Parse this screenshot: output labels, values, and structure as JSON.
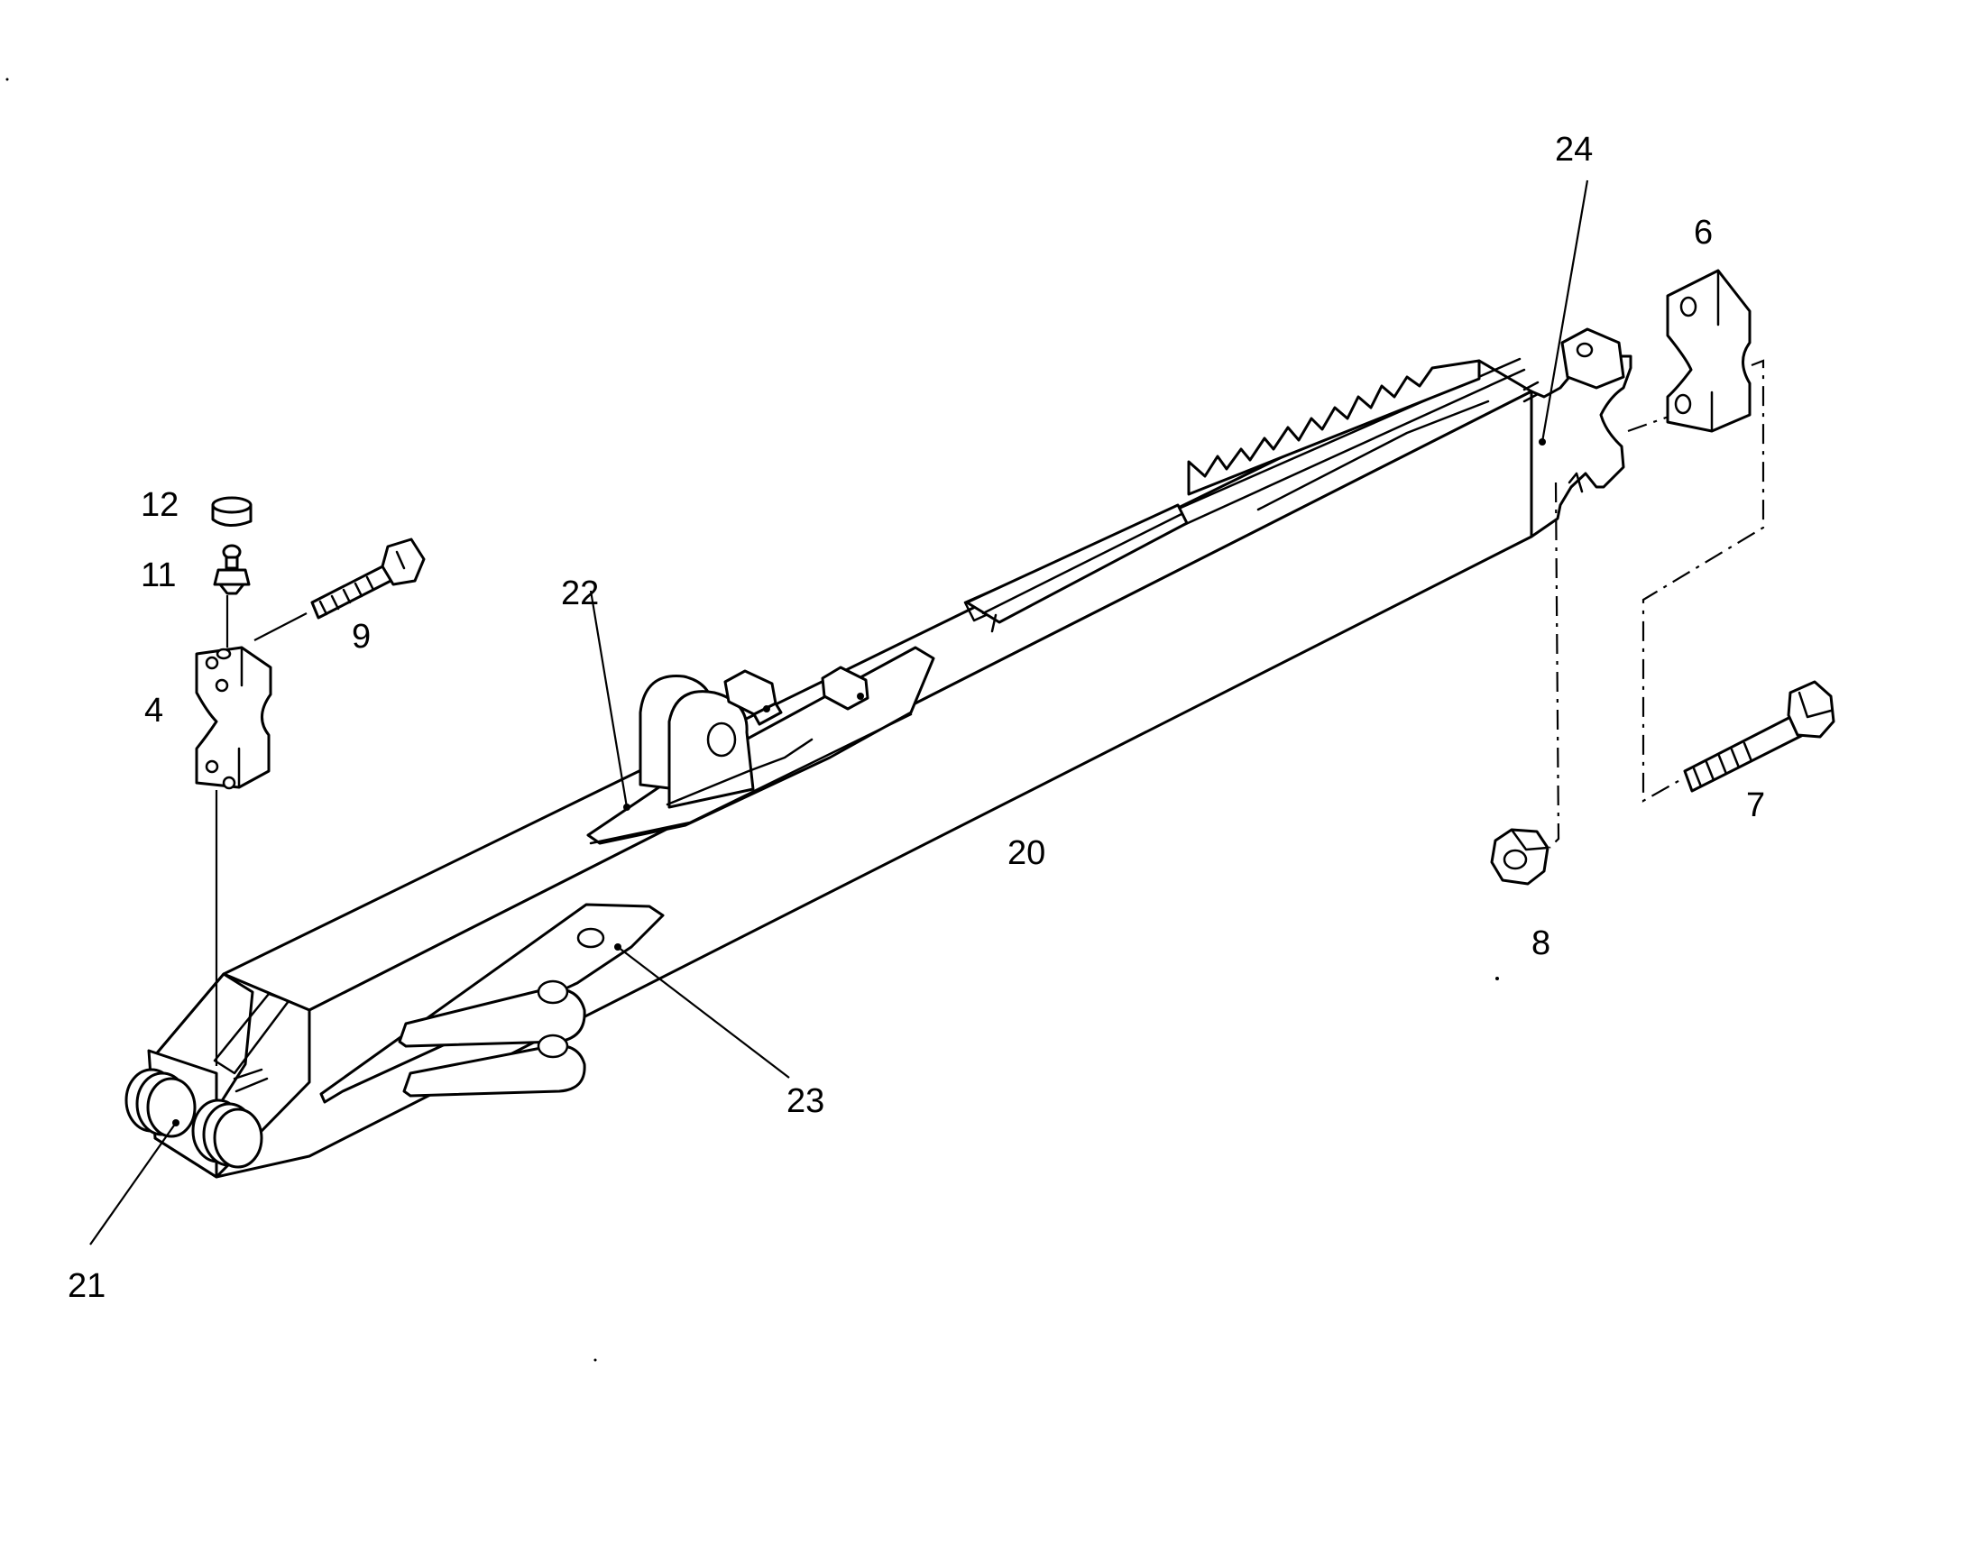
{
  "diagram": {
    "callouts": {
      "c4": "4",
      "c6": "6",
      "c7": "7",
      "c8": "8",
      "c9": "9",
      "c11": "11",
      "c12": "12",
      "c20": "20",
      "c21": "21",
      "c22": "22",
      "c23": "23",
      "c24": "24"
    }
  }
}
